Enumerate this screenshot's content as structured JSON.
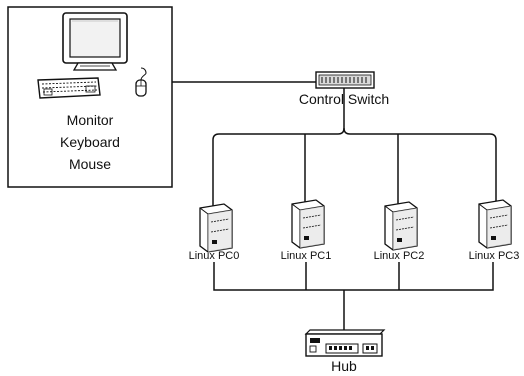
{
  "console": {
    "lines": [
      "Monitor",
      "Keyboard",
      "Mouse"
    ]
  },
  "switch": {
    "label": "Control Switch"
  },
  "pcs": [
    {
      "label": "Linux PC0"
    },
    {
      "label": "Linux PC1"
    },
    {
      "label": "Linux PC2"
    },
    {
      "label": "Linux PC3"
    }
  ],
  "hub": {
    "label": "Hub"
  },
  "colors": {
    "line": "#111111",
    "device_fill": "#ffffff",
    "device_shade": "#d9d9d9",
    "screen_fill": "#f2f2f2"
  }
}
